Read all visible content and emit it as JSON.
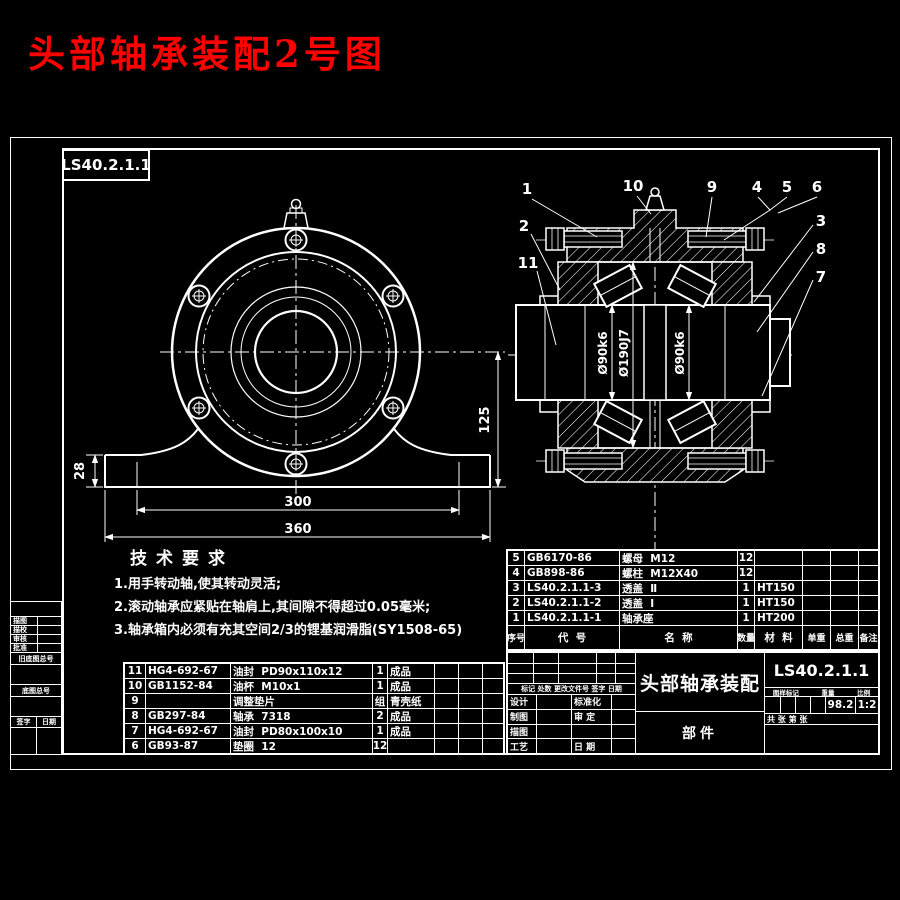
{
  "title": {
    "main_red": "头部轴承装配2号图",
    "drawing_no_box": "LS40.2.1.1"
  },
  "tech_req": {
    "heading": "技术要求",
    "lines": [
      "1.用手转动轴,使其转动灵活;",
      "2.滚动轴承应紧贴在轴肩上,其间隙不得超过0.05毫米;",
      "3.轴承箱内必须有充其空间2/3的锂基润滑脂(SY1508-65)"
    ]
  },
  "dims": {
    "base_height": "28",
    "center_height": "125",
    "bolt_span": "300",
    "base_width": "360"
  },
  "section": {
    "dia_left": "Ø90k6",
    "dia_center": "Ø190J7",
    "dia_right": "Ø90k6",
    "callouts": {
      "n1": "1",
      "n2": "2",
      "n3": "3",
      "n4": "4",
      "n5": "5",
      "n6": "6",
      "n7": "7",
      "n8": "8",
      "n9": "9",
      "n10": "10",
      "n11": "11"
    }
  },
  "bom": {
    "header": {
      "seq": "序号",
      "code": "代  号",
      "name": "名  称",
      "qty": "数量",
      "mat": "材  料",
      "unit_w": "单重",
      "total_w": "总重",
      "note": "备注"
    },
    "right_rows": [
      {
        "seq": "5",
        "code": "GB6170-86",
        "name": "螺母  M12",
        "qty": "12",
        "mat": ""
      },
      {
        "seq": "4",
        "code": "GB898-86",
        "name": "螺柱  M12X40",
        "qty": "12",
        "mat": ""
      },
      {
        "seq": "3",
        "code": "LS40.2.1.1-3",
        "name": "透盖  Ⅱ",
        "qty": "1",
        "mat": "HT150"
      },
      {
        "seq": "2",
        "code": "LS40.2.1.1-2",
        "name": "透盖  Ⅰ",
        "qty": "1",
        "mat": "HT150"
      },
      {
        "seq": "1",
        "code": "LS40.2.1.1-1",
        "name": "轴承座",
        "qty": "1",
        "mat": "HT200"
      }
    ],
    "left_rows": [
      {
        "seq": "11",
        "code": "HG4-692-67",
        "name": "油封  PD90x110x12",
        "qty": "1",
        "mat": "成品"
      },
      {
        "seq": "10",
        "code": "GB1152-84",
        "name": "油杯  M10x1",
        "qty": "1",
        "mat": "成品"
      },
      {
        "seq": "9",
        "code": "",
        "name": "调整垫片",
        "qty": "组",
        "mat": "青壳纸"
      },
      {
        "seq": "8",
        "code": "GB297-84",
        "name": "轴承  7318",
        "qty": "2",
        "mat": "成品"
      },
      {
        "seq": "7",
        "code": "HG4-692-67",
        "name": "油封  PD80x100x10",
        "qty": "1",
        "mat": "成品"
      },
      {
        "seq": "6",
        "code": "GB93-87",
        "name": "垫圈  12",
        "qty": "12",
        "mat": ""
      }
    ]
  },
  "title_block": {
    "product": "头部轴承装配",
    "drawing_no": "LS40.2.1.1",
    "unit_type": "部件",
    "weight": "98.2",
    "scale": "1:2",
    "change_row": "标记 处数 更改文件号 签字 日期",
    "sig_rows": [
      {
        "l": "设计",
        "r": "标准化"
      },
      {
        "l": "制图",
        "r": "审 定"
      },
      {
        "l": "描图",
        "r": ""
      },
      {
        "l": "工艺",
        "r": "日 期"
      }
    ],
    "stamp_label": "图样标记",
    "weight_label": "重量",
    "scale_label": "比例",
    "sheet_row": "共 张 第 张"
  },
  "left_strip": {
    "small_rows": [
      "描图",
      "描校",
      "审核",
      "批准"
    ],
    "old_no": "旧底图总号",
    "no": "底图总号",
    "sign": "签字",
    "date": "日期"
  }
}
